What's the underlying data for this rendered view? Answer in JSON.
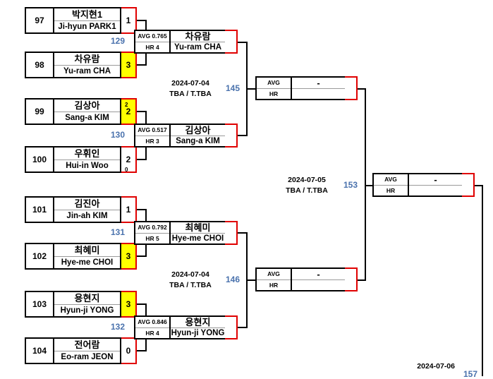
{
  "bracket": {
    "round1": [
      {
        "seed": "97",
        "name_kr": "박지현1",
        "name_en": "Ji-hyun PARK1",
        "score": "1",
        "winner": false,
        "setmark": ""
      },
      {
        "seed": "98",
        "name_kr": "차유람",
        "name_en": "Yu-ram CHA",
        "score": "3",
        "winner": true,
        "setmark": ""
      },
      {
        "seed": "99",
        "name_kr": "김상아",
        "name_en": "Sang-a KIM",
        "score": "2",
        "winner": true,
        "setmark": "2"
      },
      {
        "seed": "100",
        "name_kr": "우휘인",
        "name_en": "Hui-in Woo",
        "score": "2",
        "winner": false,
        "setmark": "0"
      },
      {
        "seed": "101",
        "name_kr": "김진아",
        "name_en": "Jin-ah KIM",
        "score": "1",
        "winner": false,
        "setmark": ""
      },
      {
        "seed": "102",
        "name_kr": "최혜미",
        "name_en": "Hye-me CHOI",
        "score": "3",
        "winner": true,
        "setmark": ""
      },
      {
        "seed": "103",
        "name_kr": "용현지",
        "name_en": "Hyun-ji YONG",
        "score": "3",
        "winner": true,
        "setmark": ""
      },
      {
        "seed": "104",
        "name_kr": "전어람",
        "name_en": "Eo-ram JEON",
        "score": "0",
        "winner": false,
        "setmark": ""
      }
    ],
    "round2": [
      {
        "avg": "AVG 0.765",
        "hr": "HR 4",
        "name_kr": "차유람",
        "name_en": "Yu-ram CHA",
        "score": ""
      },
      {
        "avg": "AVG 0.517",
        "hr": "HR 3",
        "name_kr": "김상아",
        "name_en": "Sang-a KIM",
        "score": ""
      },
      {
        "avg": "AVG 0.792",
        "hr": "HR 5",
        "name_kr": "최혜미",
        "name_en": "Hye-me CHOI",
        "score": ""
      },
      {
        "avg": "AVG 0.846",
        "hr": "HR 4",
        "name_kr": "용현지",
        "name_en": "Hyun-ji YONG",
        "score": ""
      }
    ],
    "round3": [
      {
        "avg": "AVG",
        "hr": "HR",
        "name_kr": "-",
        "name_en": "",
        "score": ""
      },
      {
        "avg": "AVG",
        "hr": "HR",
        "name_kr": "-",
        "name_en": "",
        "score": ""
      }
    ],
    "round4": [
      {
        "avg": "AVG",
        "hr": "HR",
        "name_kr": "-",
        "name_en": "",
        "score": ""
      }
    ],
    "match_numbers": {
      "m129": "129",
      "m130": "130",
      "m131": "131",
      "m132": "132",
      "m145": "145",
      "m146": "146",
      "m153": "153",
      "m157": "157"
    },
    "meta_blocks": [
      {
        "date": "2024-07-04",
        "venue": "TBA / T.TBA"
      },
      {
        "date": "2024-07-04",
        "venue": "TBA / T.TBA"
      },
      {
        "date": "2024-07-05",
        "venue": "TBA / T.TBA"
      },
      {
        "date": "2024-07-06",
        "venue": ""
      }
    ]
  },
  "colors": {
    "winner_highlight": "#ffff00",
    "score_border": "#e00000",
    "match_number": "#4a72ad",
    "line": "#000000"
  }
}
